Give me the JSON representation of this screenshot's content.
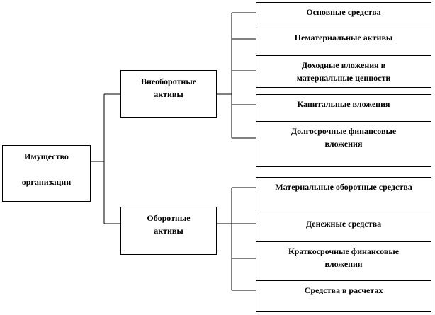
{
  "root": {
    "line1": "Имущество",
    "line2": "организации"
  },
  "noncurrent": {
    "line1": "Внеоборотные",
    "line2": "активы",
    "items": [
      "Основные средства",
      "Нематериальные активы",
      "Доходные вложения в материальные ценности",
      "Капитальные вложения",
      "Долгосрочные финансовые вложения"
    ]
  },
  "current": {
    "line1": "Оборотные",
    "line2": "активы",
    "items": [
      "Материальные оборотные средства",
      "Денежные средства",
      "Краткосрочные финансовые вложения",
      "Средства в расчетах"
    ]
  }
}
